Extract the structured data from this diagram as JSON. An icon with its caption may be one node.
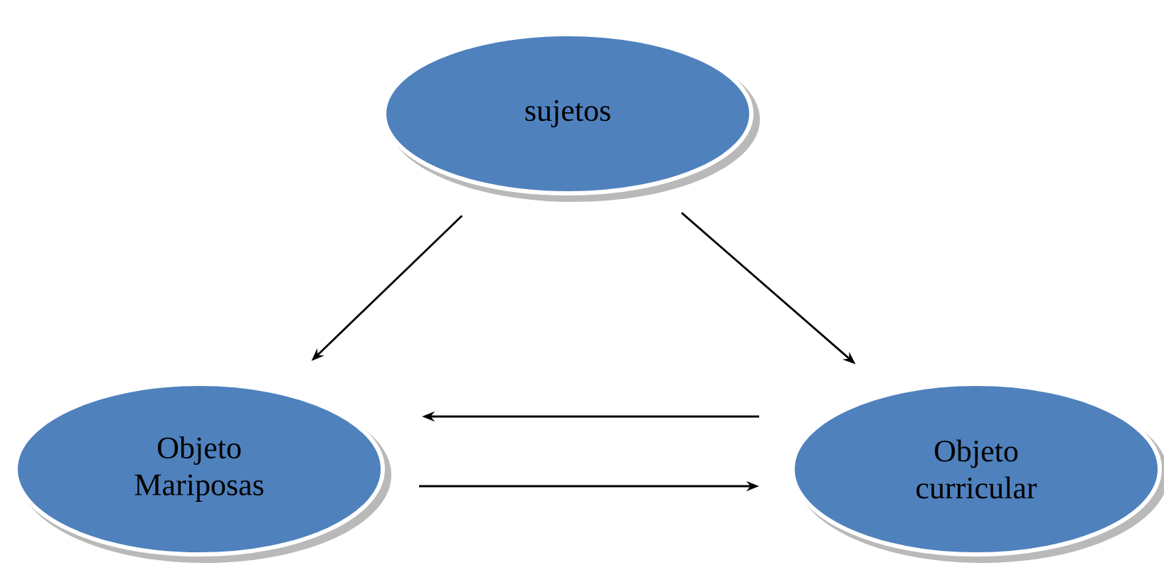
{
  "diagram": {
    "nodes": [
      {
        "text": [
          "sujetos"
        ]
      },
      {
        "text": [
          "Objeto Mariposas"
        ]
      },
      {
        "text": [
          "Objeto curricular"
        ]
      }
    ],
    "edges": [
      {
        "from": 0,
        "to": 1,
        "arrow": "to"
      },
      {
        "from": 0,
        "to": 2,
        "arrow": "to"
      },
      {
        "from": 2,
        "to": 1,
        "arrow": "to"
      },
      {
        "from": 1,
        "to": 2,
        "arrow": "to"
      }
    ]
  }
}
